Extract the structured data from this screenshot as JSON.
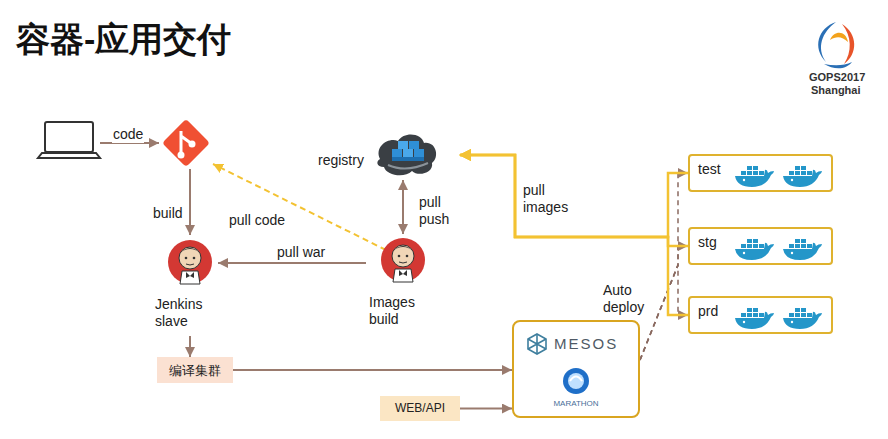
{
  "diagram": {
    "title": "容器-应用交付",
    "nodes": [
      {
        "text": [
          "registry"
        ]
      },
      {
        "text": [
          "Images build"
        ]
      },
      {
        "text": [
          "Jenkins slave"
        ]
      },
      {
        "text": [
          "编译集群"
        ]
      },
      {
        "text": [
          "WEB/API"
        ]
      },
      {
        "text": [
          "MESOS",
          "MARATHON"
        ]
      },
      {
        "text": [
          "test"
        ]
      },
      {
        "text": [
          "stg"
        ]
      },
      {
        "text": [
          "prd"
        ]
      }
    ],
    "edges": [
      {
        "from": 1,
        "to": 0,
        "label": "pull push",
        "arrow": "both"
      },
      {
        "from": 1,
        "to": 2,
        "label": "pull war",
        "arrow": "to"
      },
      {
        "from": 2,
        "to": 3,
        "arrow": "to"
      },
      {
        "from": 3,
        "to": 5,
        "arrow": "to"
      },
      {
        "from": 4,
        "to": 5,
        "arrow": "to"
      },
      {
        "from": 5,
        "to": 6,
        "arrow": "to"
      },
      {
        "from": 5,
        "to": 7,
        "label": "Auto deploy",
        "arrow": "to"
      },
      {
        "from": 5,
        "to": 8,
        "arrow": "to"
      },
      {
        "from": 6,
        "to": 0,
        "arrow": "to"
      },
      {
        "from": 7,
        "to": 0,
        "label": "pull images",
        "arrow": "to"
      },
      {
        "from": 8,
        "to": 0,
        "arrow": "to"
      }
    ],
    "labels": [
      "code",
      "build",
      "pull code",
      "GOPS2017",
      "Shanghai"
    ]
  }
}
